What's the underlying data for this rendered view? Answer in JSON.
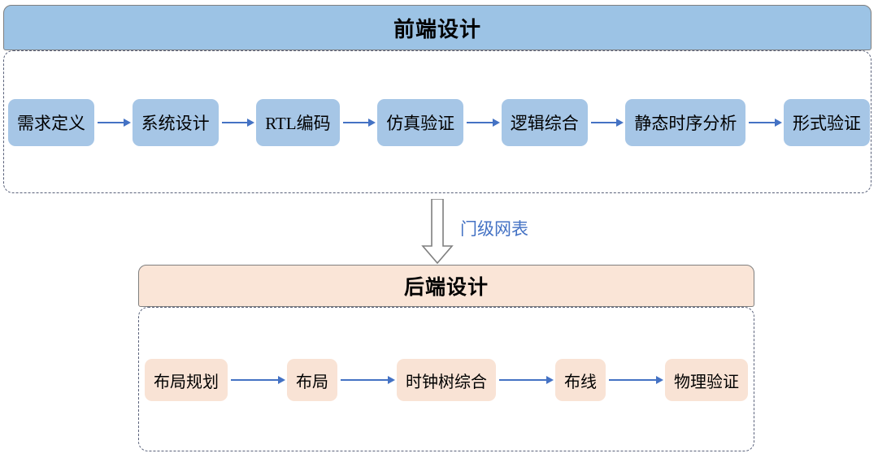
{
  "diagram": {
    "title_frontend": "前端设计",
    "title_backend": "后端设计",
    "transition_label": "门级网表",
    "colors": {
      "frontend_header_fill": "#9CC3E5",
      "frontend_node_fill": "#A6C6E6",
      "backend_header_fill": "#FAE5D7",
      "backend_node_fill": "#F9E3D5",
      "arrow": "#4472C4",
      "dashed_border": "#59617A",
      "header_border": "#7F7F7F",
      "block_arrow_outline": "#7F7F7F",
      "text": "#000000"
    },
    "frontend": {
      "header": "前端设计",
      "nodes": [
        {
          "label": "需求定义"
        },
        {
          "label": "系统设计"
        },
        {
          "label": "RTL编码"
        },
        {
          "label": "仿真验证"
        },
        {
          "label": "逻辑综合"
        },
        {
          "label": "静态时序分析"
        },
        {
          "label": "形式验证"
        }
      ]
    },
    "backend": {
      "header": "后端设计",
      "nodes": [
        {
          "label": "布局规划"
        },
        {
          "label": "布局"
        },
        {
          "label": "时钟树综合"
        },
        {
          "label": "布线"
        },
        {
          "label": "物理验证"
        }
      ]
    }
  }
}
